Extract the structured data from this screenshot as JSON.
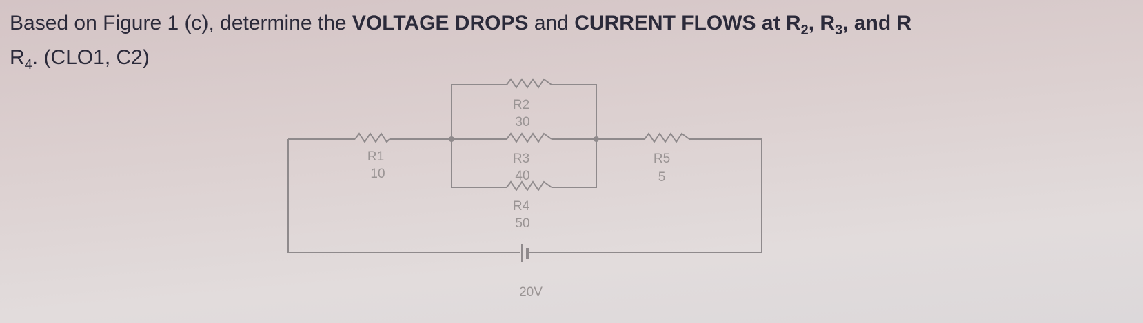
{
  "question": {
    "part1": "Based on Figure 1 (c), determine the ",
    "bold1": "VOLTAGE DROPS",
    "part2": " and ",
    "bold2": "CURRENT FLOWS",
    "part3": " at R",
    "sub2": "2",
    "part4": ", R",
    "sub3": "3",
    "part5": ", and R",
    "sub4": "4",
    "part6": ". (CLO1, C2)"
  },
  "circuit": {
    "R1": {
      "name": "R1",
      "value": "10"
    },
    "R2": {
      "name": "R2",
      "value": "30"
    },
    "R3": {
      "name": "R3",
      "value": "40"
    },
    "R4": {
      "name": "R4",
      "value": "50"
    },
    "R5": {
      "name": "R5",
      "value": "5"
    },
    "source": "20V"
  }
}
